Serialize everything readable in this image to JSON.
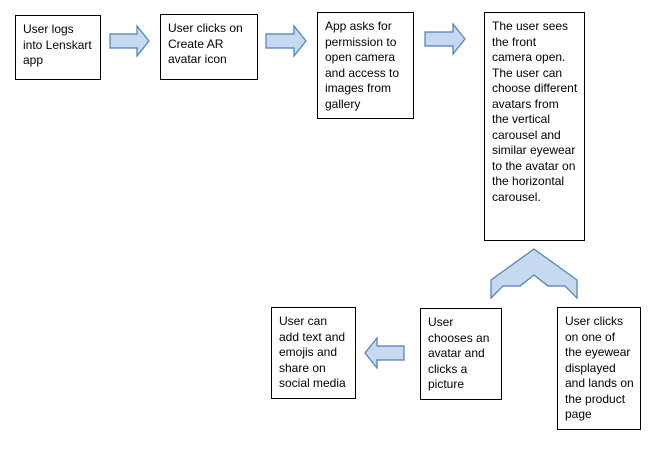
{
  "colors": {
    "arrow_fill": "#c6d9f1",
    "arrow_stroke": "#4a7ebb",
    "box_border": "#000000"
  },
  "steps": [
    {
      "text": "User logs into Lenskart app"
    },
    {
      "text": "User clicks on Create AR avatar icon"
    },
    {
      "text": "App asks for permission to open camera and access to images from gallery"
    },
    {
      "text": "The user sees the front camera open. The user can choose different avatars from the vertical carousel and similar eyewear to the avatar on the horizontal carousel."
    },
    {
      "text": "User clicks on one of the eyewear displayed and lands on the product page"
    },
    {
      "text": "User chooses an avatar and clicks a picture"
    },
    {
      "text": "User can add text and emojis and share on social media"
    }
  ]
}
